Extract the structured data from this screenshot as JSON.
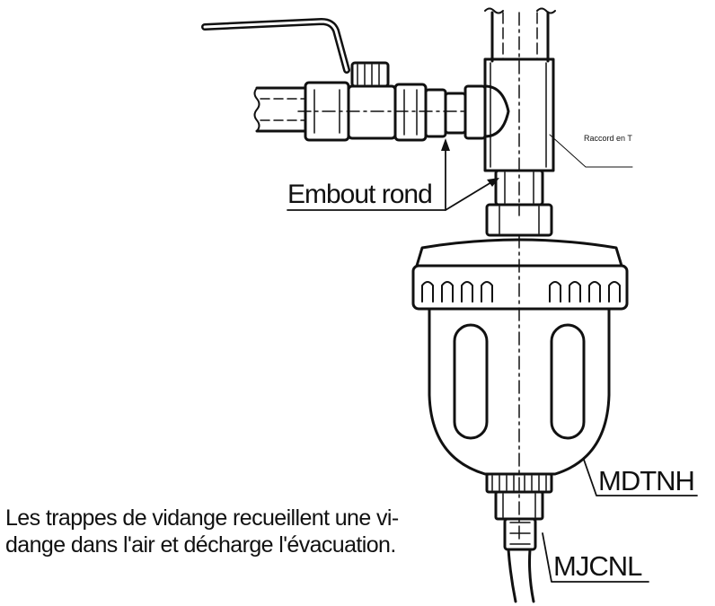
{
  "labels": {
    "tee_fitting": "Raccord en T",
    "round_nipple": "Embout rond",
    "drain_trap": "MDTNH",
    "hose_fitting": "MJCNL"
  },
  "caption": {
    "line1": "Les trappes de vidange recueillent une vi-",
    "line2": "dange dans l'air et décharge l'évacuation."
  }
}
